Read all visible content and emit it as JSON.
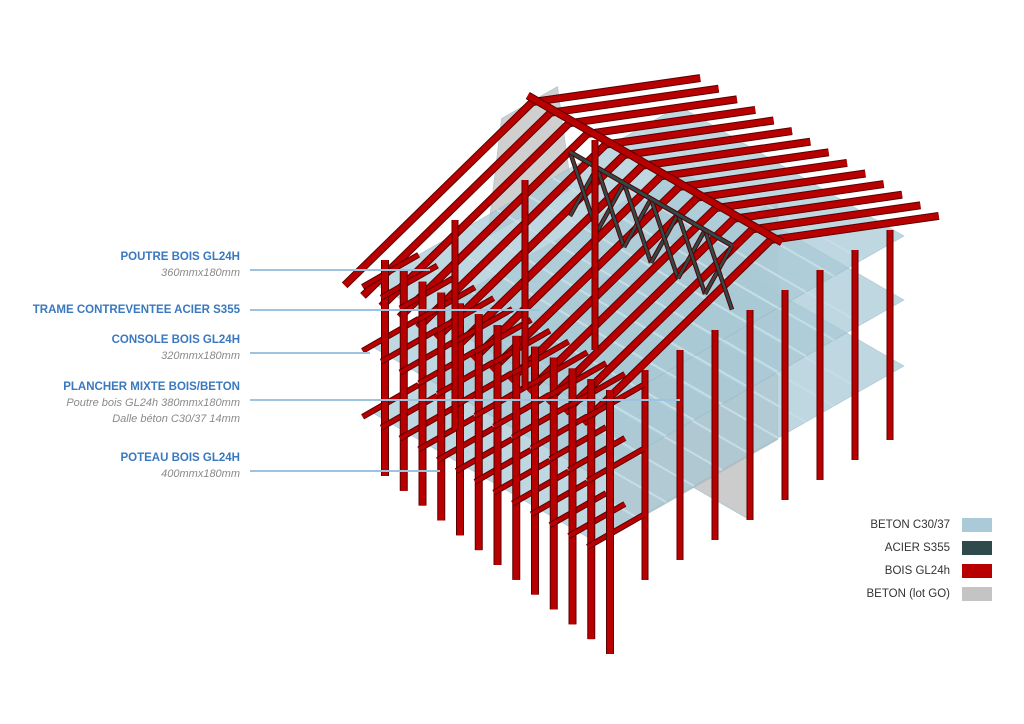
{
  "labels": [
    {
      "title": "POUTRE BOIS GL24H",
      "sub": [
        "360mmx180mm"
      ]
    },
    {
      "title": "TRAME CONTREVENTEE ACIER S355",
      "sub": []
    },
    {
      "title": "CONSOLE BOIS GL24H",
      "sub": [
        "320mmx180mm"
      ]
    },
    {
      "title": "PLANCHER MIXTE BOIS/BETON",
      "sub": [
        "Poutre bois GL24h 380mmx180mm",
        "Dalle béton C30/37 14mm"
      ]
    },
    {
      "title": "POTEAU BOIS GL24H",
      "sub": [
        "400mmx180mm"
      ]
    }
  ],
  "legend": [
    {
      "label": "BETON C30/37",
      "color": "#a9cad6"
    },
    {
      "label": "ACIER S355",
      "color": "#2f4a4a"
    },
    {
      "label": "BOIS GL24h",
      "color": "#b80000"
    },
    {
      "label": "BETON (lot GO)",
      "color": "#c4c4c4"
    }
  ]
}
